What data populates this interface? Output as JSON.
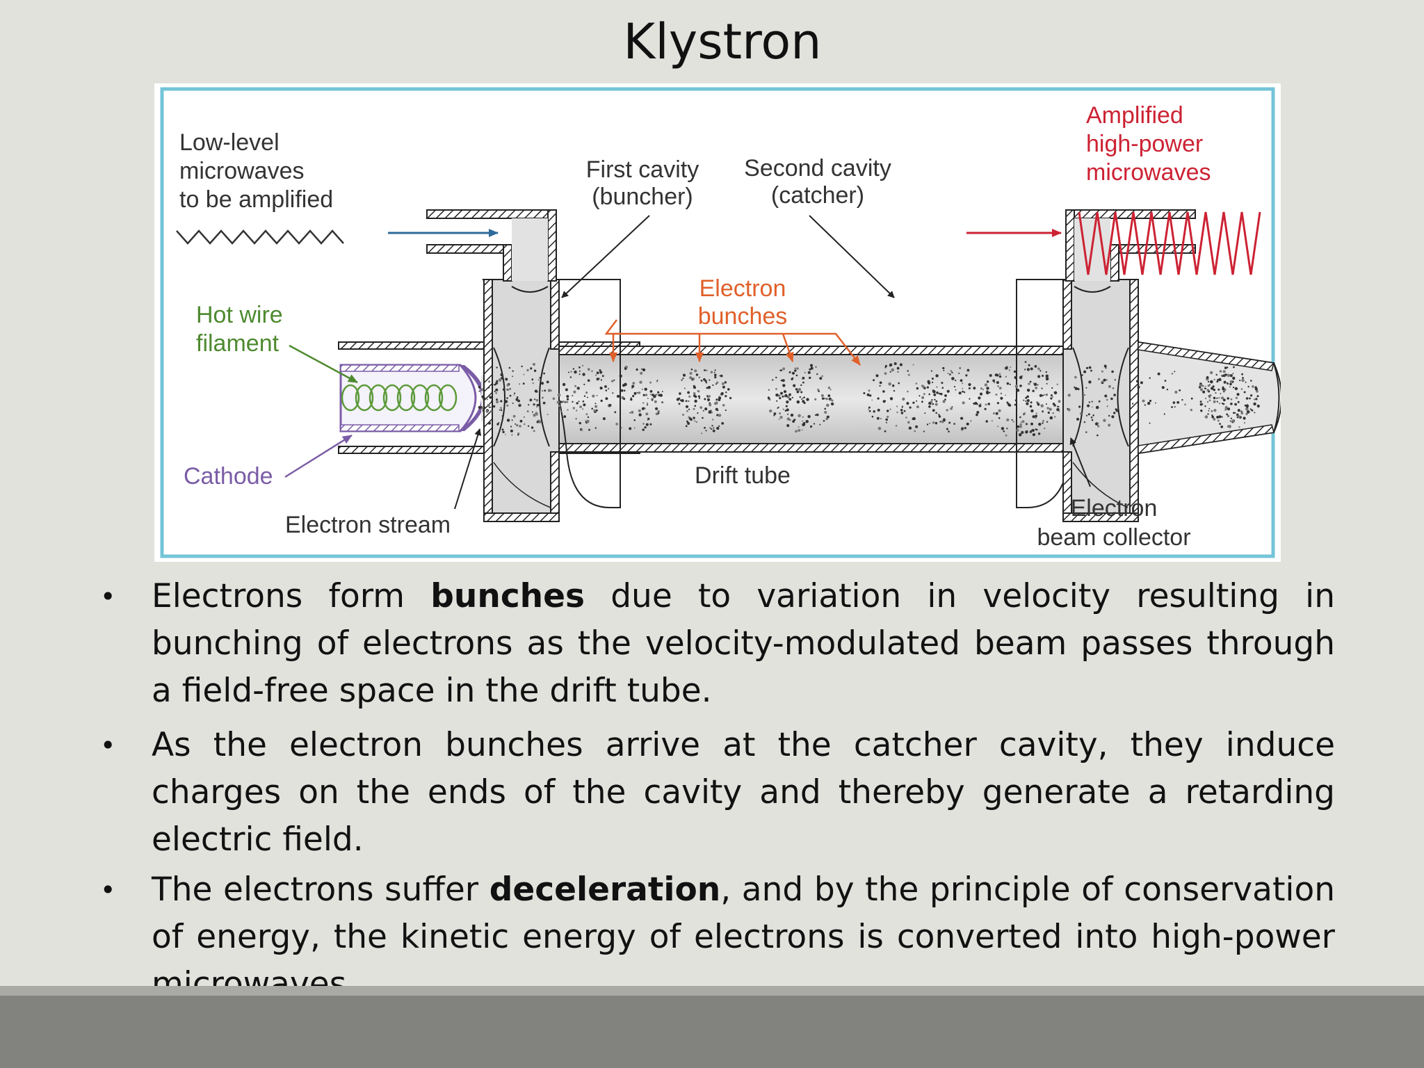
{
  "slide": {
    "title": "Klystron"
  },
  "diagram": {
    "labels": {
      "low_level": [
        "Low-level",
        "microwaves",
        "to be amplified"
      ],
      "first_cavity": [
        "First cavity",
        "(buncher)"
      ],
      "second_cavity": [
        "Second cavity",
        "(catcher)"
      ],
      "amplified": [
        "Amplified",
        "high-power",
        "microwaves"
      ],
      "hot_wire": [
        "Hot wire",
        "filament"
      ],
      "electron_bunches": [
        "Electron",
        "bunches"
      ],
      "cathode": "Cathode",
      "drift_tube": "Drift tube",
      "electron_stream": "Electron stream",
      "collector": [
        "Electron",
        "beam collector"
      ]
    },
    "colors": {
      "frame": "#74c4d8",
      "red_label": "#cc2233",
      "green_label": "#4e8a2f",
      "purple_label": "#7a5ca6",
      "orange_label": "#e0602a",
      "input_arrow": "#2e6a9a",
      "metal_fill": "#d4d4d4",
      "hatch": "#222222"
    }
  },
  "bullets": [
    {
      "before": "Electrons form ",
      "bold": "bunches",
      "after": " due to variation in velocity resulting in bunching of electrons as the velocity-modulated beam passes through a field-free space in the drift tube."
    },
    {
      "text": "As the electron bunches arrive at the catcher cavity, they induce charges on the ends of the cavity and thereby generate a retarding electric field."
    },
    {
      "before": "The electrons suffer ",
      "bold": "deceleration",
      "after": ", and by the principle of conservation of energy, the kinetic energy of electrons is converted into high-power microwaves."
    }
  ]
}
